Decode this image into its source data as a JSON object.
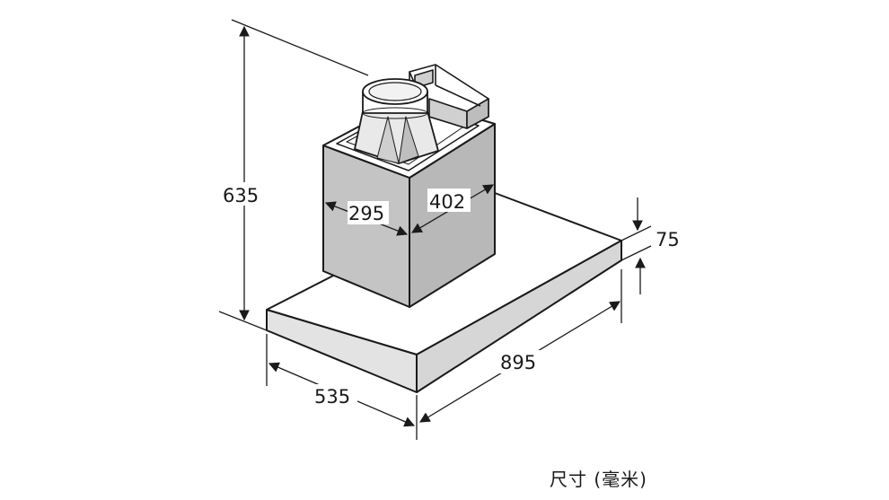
{
  "dimensions": {
    "height_total": "635",
    "chimney_depth": "295",
    "chimney_width": "402",
    "canopy_thickness": "75",
    "canopy_width": "895",
    "canopy_depth": "535"
  },
  "unit_note": "尺寸 (毫米)",
  "colors": {
    "line": "#1a1a1a",
    "body_fill": "#c9c9c9"
  }
}
